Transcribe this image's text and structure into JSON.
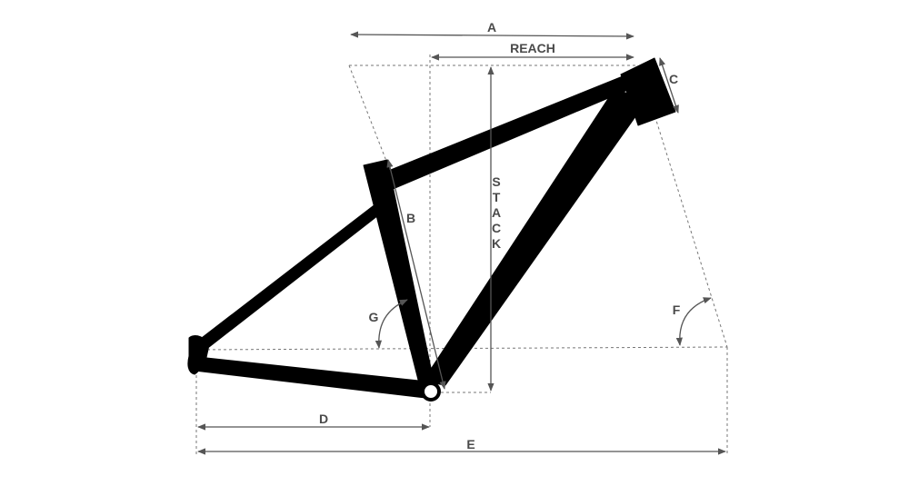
{
  "labels": {
    "a": "A",
    "reach": "REACH",
    "c": "C",
    "stack": "STACK",
    "b": "B",
    "g": "G",
    "f": "F",
    "d": "D",
    "e": "E"
  },
  "colors": {
    "frame": "#000000",
    "dimension": "#555555",
    "text": "#4a4a4a"
  }
}
